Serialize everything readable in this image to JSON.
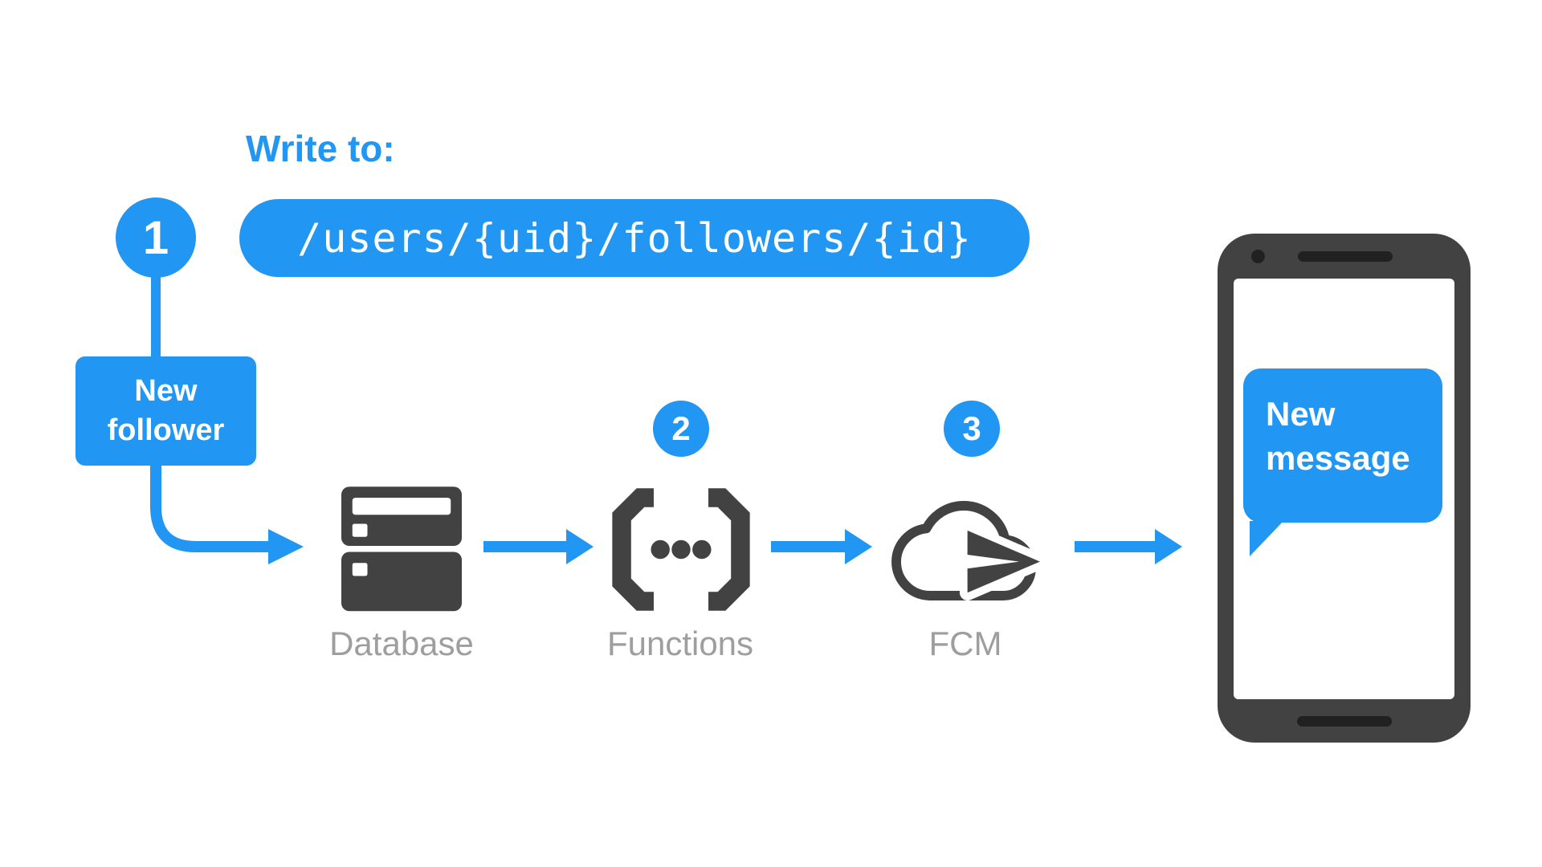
{
  "colors": {
    "accent_blue": "#2196F3",
    "icon_dark_gray": "#424242",
    "label_gray": "#9E9E9E",
    "background": "#ffffff"
  },
  "annotation": {
    "write_to_label": "Write to:",
    "db_path": "/users/{uid}/followers/{id}"
  },
  "steps": [
    {
      "number": "1"
    },
    {
      "number": "2"
    },
    {
      "number": "3"
    }
  ],
  "nodes": {
    "new_follower": {
      "label": "New follower"
    },
    "database": {
      "label": "Database"
    },
    "functions": {
      "label": "Functions"
    },
    "fcm": {
      "label": "FCM"
    }
  },
  "phone": {
    "message": "New message"
  },
  "icons": {
    "database": "server-stack-icon",
    "functions": "code-brackets-icon",
    "fcm": "cloud-send-icon",
    "phone": "smartphone-icon"
  }
}
